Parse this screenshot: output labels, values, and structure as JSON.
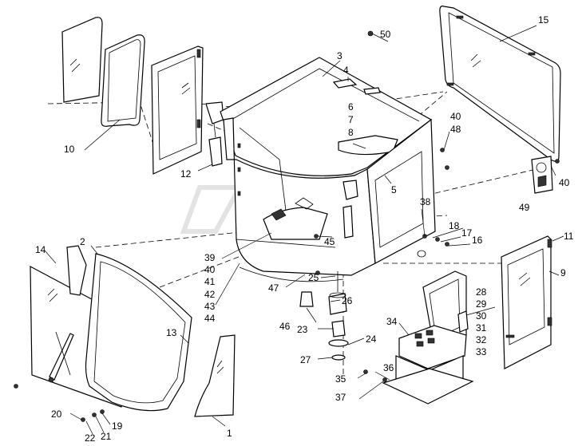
{
  "diagram": {
    "callouts": [
      {
        "id": "c1",
        "text": "1"
      },
      {
        "id": "c2",
        "text": "2"
      },
      {
        "id": "c3",
        "text": "3"
      },
      {
        "id": "c4",
        "text": "4"
      },
      {
        "id": "c5",
        "text": "5"
      },
      {
        "id": "c6",
        "text": "6"
      },
      {
        "id": "c7",
        "text": "7"
      },
      {
        "id": "c8",
        "text": "8"
      },
      {
        "id": "c9",
        "text": "9"
      },
      {
        "id": "c10",
        "text": "10"
      },
      {
        "id": "c11",
        "text": "11"
      },
      {
        "id": "c12",
        "text": "12"
      },
      {
        "id": "c13",
        "text": "13"
      },
      {
        "id": "c14",
        "text": "14"
      },
      {
        "id": "c15",
        "text": "15"
      },
      {
        "id": "c16",
        "text": "16"
      },
      {
        "id": "c17",
        "text": "17"
      },
      {
        "id": "c18",
        "text": "18"
      },
      {
        "id": "c19",
        "text": "19"
      },
      {
        "id": "c20",
        "text": "20"
      },
      {
        "id": "c21",
        "text": "21"
      },
      {
        "id": "c22",
        "text": "22"
      },
      {
        "id": "c23",
        "text": "23"
      },
      {
        "id": "c24",
        "text": "24"
      },
      {
        "id": "c25",
        "text": "25"
      },
      {
        "id": "c26",
        "text": "26"
      },
      {
        "id": "c27",
        "text": "27"
      },
      {
        "id": "c28",
        "text": "28"
      },
      {
        "id": "c29",
        "text": "29"
      },
      {
        "id": "c30",
        "text": "30"
      },
      {
        "id": "c31",
        "text": "31"
      },
      {
        "id": "c32",
        "text": "32"
      },
      {
        "id": "c33",
        "text": "33"
      },
      {
        "id": "c34",
        "text": "34"
      },
      {
        "id": "c35",
        "text": "35"
      },
      {
        "id": "c36",
        "text": "36"
      },
      {
        "id": "c37",
        "text": "37"
      },
      {
        "id": "c38",
        "text": "38"
      },
      {
        "id": "c39",
        "text": "39"
      },
      {
        "id": "c40a",
        "text": "40"
      },
      {
        "id": "c41",
        "text": "41"
      },
      {
        "id": "c42",
        "text": "42"
      },
      {
        "id": "c43",
        "text": "43"
      },
      {
        "id": "c44",
        "text": "44"
      },
      {
        "id": "c45",
        "text": "45"
      },
      {
        "id": "c46",
        "text": "46"
      },
      {
        "id": "c47",
        "text": "47"
      },
      {
        "id": "c40b",
        "text": "40"
      },
      {
        "id": "c48",
        "text": "48"
      },
      {
        "id": "c49",
        "text": "49"
      },
      {
        "id": "c40c",
        "text": "40"
      },
      {
        "id": "c50",
        "text": "50"
      }
    ]
  }
}
